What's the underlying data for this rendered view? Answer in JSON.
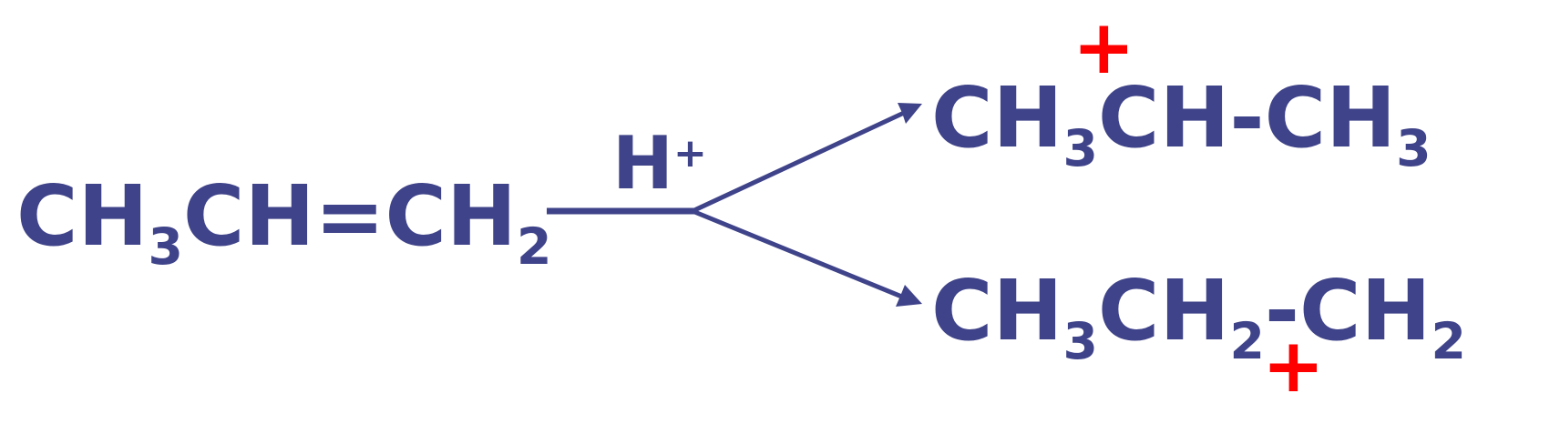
{
  "reactant": {
    "parts": [
      "CH",
      "3",
      "CH=CH",
      "2"
    ]
  },
  "reagent": {
    "base": "H",
    "charge": "+"
  },
  "product_1": {
    "parts": [
      "CH",
      "3",
      "CH-CH",
      "3"
    ],
    "charge": "+"
  },
  "product_2": {
    "parts": [
      "CH",
      "3",
      "CH",
      "2",
      "-CH",
      "2"
    ],
    "charge": "+"
  },
  "colors": {
    "formula": "#3F4389",
    "arrow": "#3F4389",
    "charge": "#FF0000"
  }
}
